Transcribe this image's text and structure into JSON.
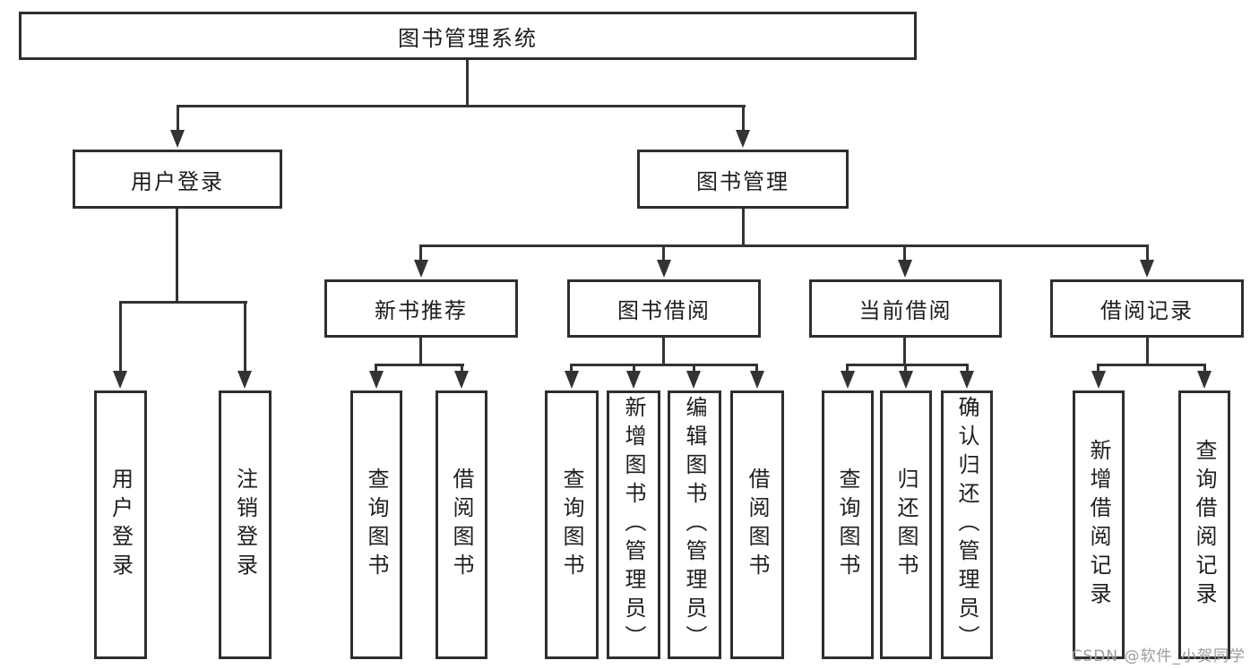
{
  "colors": {
    "background": "#ffffff",
    "box_border": "#2e2e2e",
    "connector_line": "#333333",
    "text": "#1e1e1e",
    "watermark": "#9c9c9c"
  },
  "watermark": {
    "text": "CSDN @软件_小贺同学"
  },
  "tree": {
    "root": {
      "label": "图书管理系统",
      "children": [
        {
          "label": "用户登录",
          "children": [
            {
              "label": "用户登录"
            },
            {
              "label": "注销登录"
            }
          ]
        },
        {
          "label": "图书管理",
          "children": [
            {
              "label": "新书推荐",
              "children": [
                {
                  "label": "查询图书"
                },
                {
                  "label": "借阅图书"
                }
              ]
            },
            {
              "label": "图书借阅",
              "children": [
                {
                  "label": "查询图书"
                },
                {
                  "label": "新增图书（管理员）"
                },
                {
                  "label": "编辑图书（管理员）"
                },
                {
                  "label": "借阅图书"
                }
              ]
            },
            {
              "label": "当前借阅",
              "children": [
                {
                  "label": "查询图书"
                },
                {
                  "label": "归还图书"
                },
                {
                  "label": "确认归还（管理员）"
                }
              ]
            },
            {
              "label": "借阅记录",
              "children": [
                {
                  "label": "新增借阅记录"
                },
                {
                  "label": "查询借阅记录"
                }
              ]
            }
          ]
        }
      ]
    }
  }
}
